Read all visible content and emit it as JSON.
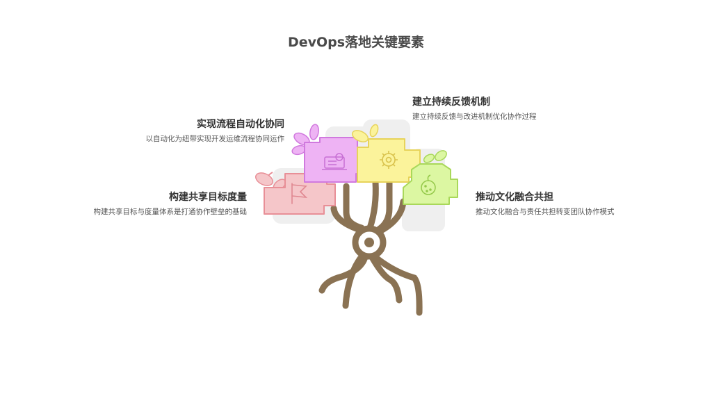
{
  "title": "DevOps落地关键要素",
  "items": [
    {
      "heading": "构建共享目标度量",
      "description": "构建共享目标与度量体系是打通协作壁垒的基础",
      "icon": "flag-icon",
      "color": "#f5c6c9"
    },
    {
      "heading": "实现流程自动化协同",
      "description": "以自动化为纽带实现开发运维流程协同运作",
      "icon": "machine-icon",
      "color": "#eeb3f4"
    },
    {
      "heading": "建立持续反馈机制",
      "description": "建立持续反馈与改进机制优化协作过程",
      "icon": "gear-icon",
      "color": "#fbf39b"
    },
    {
      "heading": "推动文化融合共担",
      "description": "推动文化融合与责任共担转变团队协作模式",
      "icon": "fruit-icon",
      "color": "#dcf7a2"
    }
  ]
}
